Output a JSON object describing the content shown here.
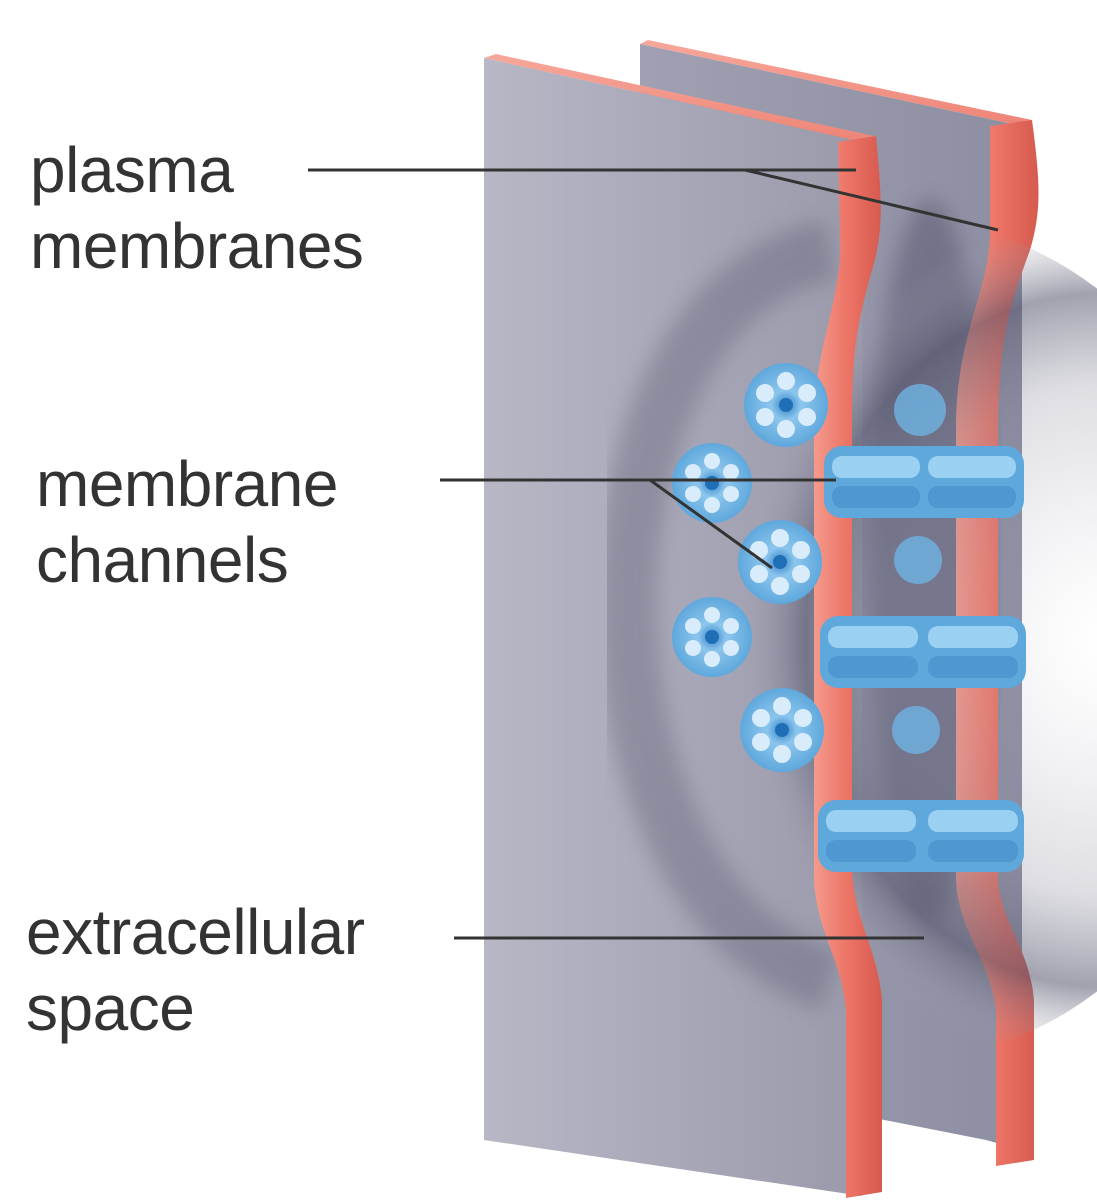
{
  "labels": {
    "plasma_membranes": {
      "line1": "plasma",
      "line2": "membranes"
    },
    "membrane_channels": {
      "line1": "membrane",
      "line2": "channels"
    },
    "extracellular_space": {
      "line1": "extracellular",
      "line2": "space"
    }
  },
  "colors": {
    "membrane_face": "#a9a9b9",
    "membrane_edge": "#ee7f72",
    "membrane_edge_dark": "#d1584c",
    "channel": "#6fb4e4",
    "channel_dark": "#2f7fc4",
    "leader_line": "#333333",
    "text": "#333333"
  }
}
